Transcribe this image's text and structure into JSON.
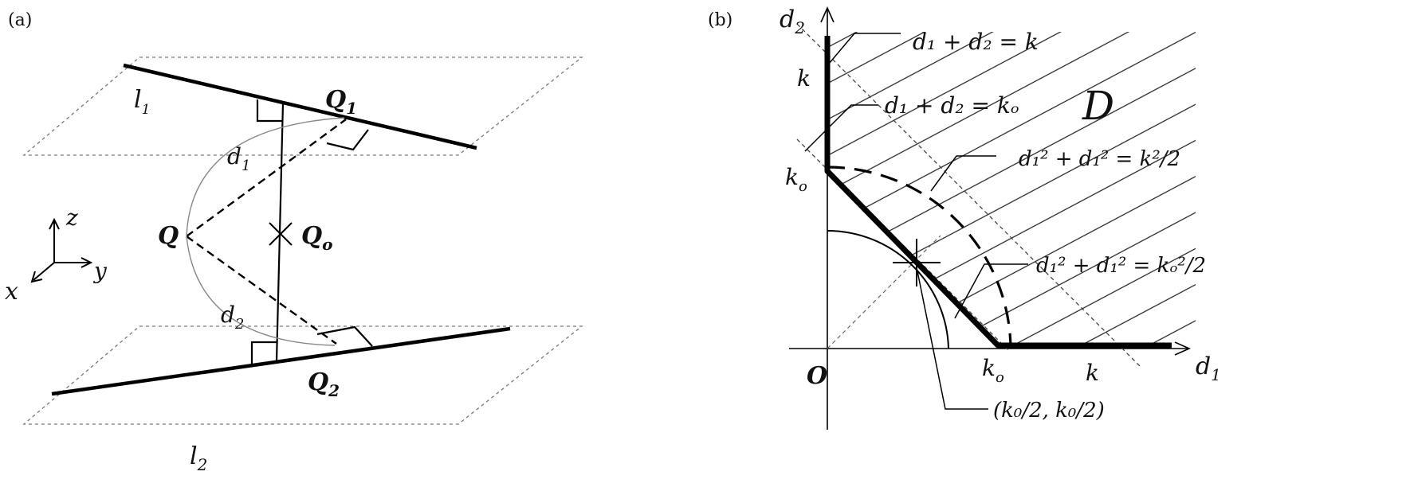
{
  "panel_a": {
    "tag": "(a)",
    "line1": {
      "l": "l",
      "sub": "1"
    },
    "line2": {
      "l": "l",
      "sub": "2"
    },
    "Q1": {
      "base": "Q",
      "sub": "1"
    },
    "Q2": {
      "base": "Q",
      "sub": "2"
    },
    "Q": "Q",
    "Qo": {
      "base": "Q",
      "sub": "o"
    },
    "d1": {
      "base": "d",
      "sub": "1"
    },
    "d2": {
      "base": "d",
      "sub": "2"
    },
    "axes": {
      "x": "x",
      "y": "y",
      "z": "z"
    }
  },
  "panel_b": {
    "tag": "(b)",
    "axis_x": {
      "base": "d",
      "sub": "1"
    },
    "axis_y": {
      "base": "d",
      "sub": "2"
    },
    "origin": "O",
    "region": "D",
    "k_y": "k",
    "ko_y": {
      "base": "k",
      "sub": "o"
    },
    "ko_x": {
      "base": "k",
      "sub": "o"
    },
    "k_x": "k",
    "eq_line_k": "d₁ + d₂ = k",
    "eq_line_ko": "d₁ + d₂ = kₒ",
    "eq_circle_k": "d₁² + d₁² = k²/2",
    "eq_circle_ko": "d₁² + d₁² = kₒ²/2",
    "point_label": "(k₀/2, k₀/2)"
  }
}
